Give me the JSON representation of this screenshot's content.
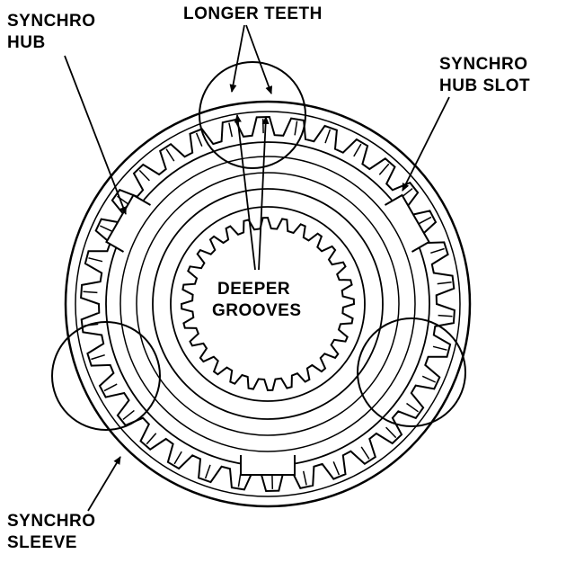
{
  "labels": {
    "synchro_hub": [
      "SYNCHRO",
      "HUB"
    ],
    "longer_teeth": "LONGER TEETH",
    "synchro_hub_slot": [
      "SYNCHRO",
      "HUB SLOT"
    ],
    "deeper_grooves": [
      "DEEPER",
      "GROOVES"
    ],
    "synchro_sleeve": [
      "SYNCHRO",
      "SLEEVE"
    ]
  },
  "colors": {
    "ink": "#000000",
    "paper": "#ffffff"
  }
}
